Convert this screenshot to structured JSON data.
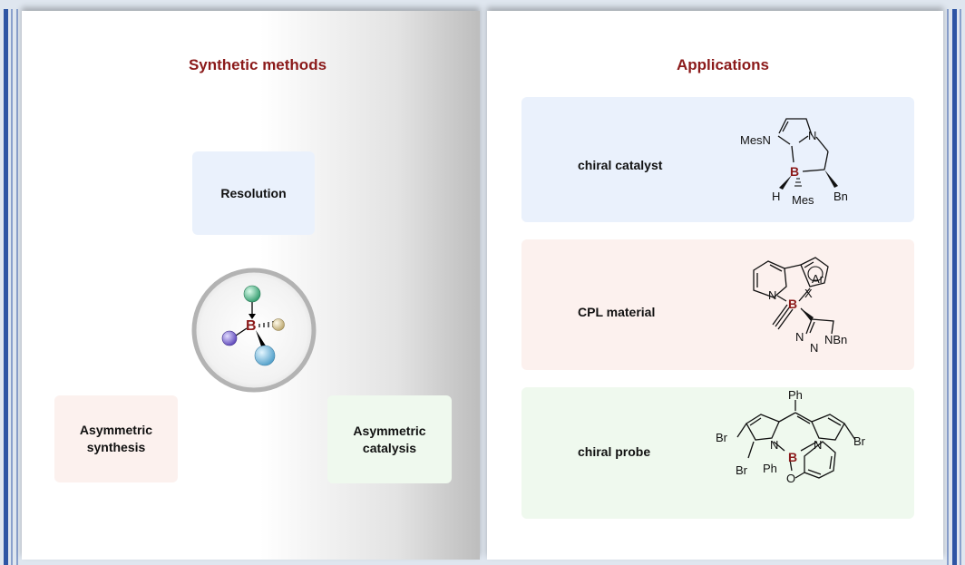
{
  "left": {
    "title": "Synthetic methods",
    "methods": {
      "resolution": "Resolution",
      "asymmetric_synthesis": "Asymmetric synthesis",
      "asymmetric_catalysis": "Asymmetric catalysis"
    },
    "center_atom": "B"
  },
  "right": {
    "title": "Applications",
    "applications": [
      {
        "label": "chiral catalyst",
        "color": "#eaf1fc"
      },
      {
        "label": "CPL material",
        "color": "#fcf1ee"
      },
      {
        "label": "chiral probe",
        "color": "#eff9ee"
      }
    ]
  },
  "structures": {
    "catalyst": {
      "mesn": "MesN",
      "n": "N",
      "b": "B",
      "h": "H",
      "mes": "Mes",
      "bn": "Bn"
    },
    "cpl": {
      "n": "N",
      "b": "B",
      "ar": "Ar",
      "x": "X",
      "n1": "N",
      "n2": "N",
      "nbn": "NBn"
    },
    "probe": {
      "ph_top": "Ph",
      "br1": "Br",
      "br2": "Br",
      "br3": "Br",
      "n1": "N",
      "n2": "N",
      "b": "B",
      "ph": "Ph",
      "o": "O"
    }
  },
  "colors": {
    "title": "#8b1a1a",
    "boron": "#8b1a1a",
    "spine": "#2e55a4"
  }
}
